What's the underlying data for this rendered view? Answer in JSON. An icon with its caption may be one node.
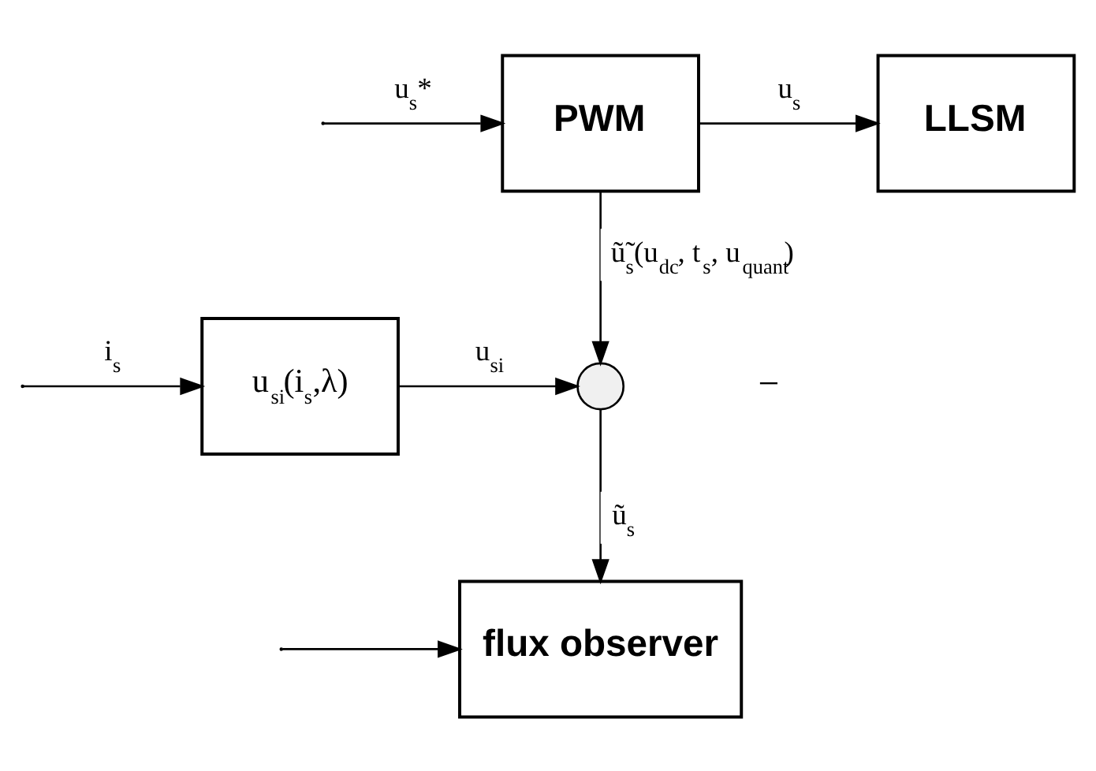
{
  "diagram": {
    "nodes": [
      {
        "text": [
          "PWM"
        ]
      },
      {
        "text": [
          "LLSM"
        ]
      },
      {
        "text": [
          "u$_{si}$(i$_{s}$,λ)"
        ]
      },
      {
        "text": [],
        "shape": "circle"
      },
      {
        "text": [
          "flux observer"
        ]
      }
    ],
    "edges": [
      {
        "from": null,
        "to": 0,
        "arrow": "to",
        "label": "u$_{s}$*"
      },
      {
        "from": 0,
        "to": 1,
        "arrow": "to",
        "label": "u$_{s}$"
      },
      {
        "from": 0,
        "to": 3,
        "arrow": "to",
        "label": "ũ̃$_{s}$(u$_{dc}$, t$_{s}$, u$_{quant}$)"
      },
      {
        "from": null,
        "to": 2,
        "arrow": "to",
        "label": "i$_{s}$"
      },
      {
        "from": null,
        "to": 4,
        "arrow": "to"
      },
      {
        "from": 2,
        "to": 3,
        "arrow": "to",
        "label": "u$_{si}$"
      },
      {
        "from": 3,
        "to": 4,
        "arrow": "to",
        "label": "ũ$_{s}$"
      }
    ],
    "labels": [
      "−"
    ]
  }
}
